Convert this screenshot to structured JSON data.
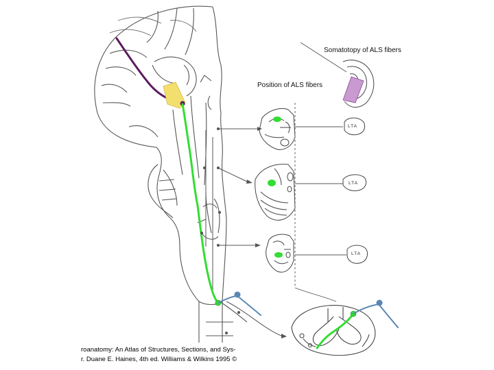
{
  "labels": {
    "somatotopy_title": "Somatotopy of ALS fibers",
    "position_title": "Position of ALS fibers",
    "lta_levels": [
      "LTA",
      "LTA",
      "LTA"
    ]
  },
  "citation": {
    "line1": "roanatomy: An Atlas of Structures, Sections, and Sys-",
    "line2": "r. Duane E. Haines, 4th ed. Williams & Wilkins 1995 ©"
  },
  "colors": {
    "als_pathway": "#33dd33",
    "cortical_projection": "#5a1a5e",
    "thalamic_nucleus": "#f2df6e",
    "somatotopy_band": "#c89ad0",
    "primary_afferent": "#5b86b3",
    "line_art": "#555555"
  }
}
